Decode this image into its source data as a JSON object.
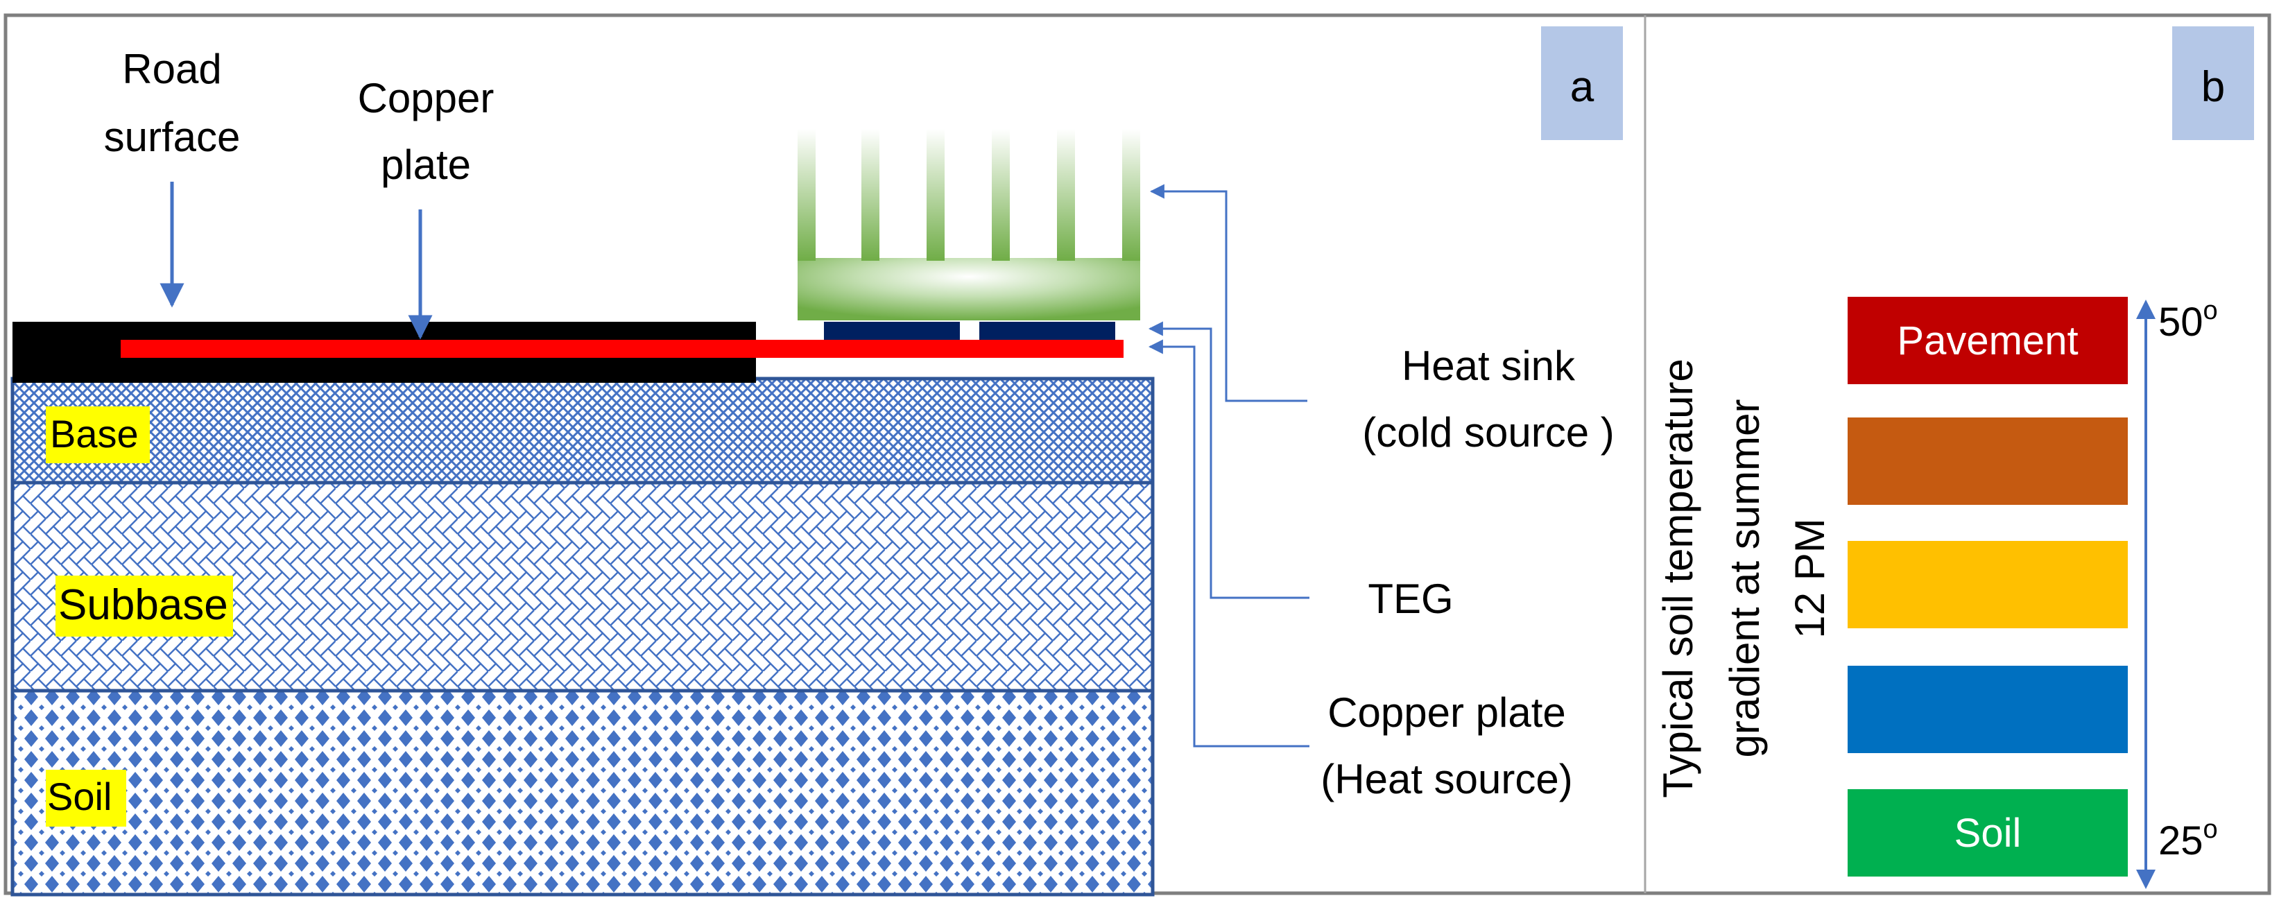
{
  "panel_a": {
    "panel_label": "a",
    "callouts": {
      "road_surface_line1": "Road",
      "road_surface_line2": "surface",
      "copper_plate_top_line1": "Copper",
      "copper_plate_top_line2": "plate",
      "heat_sink_line1": "Heat sink",
      "heat_sink_line2": "(cold source )",
      "teg": "TEG",
      "copper_plate_right_line1": "Copper plate",
      "copper_plate_right_line2": "(Heat source)"
    },
    "layers": {
      "base": "Base",
      "subbase": "Subbase",
      "soil": "Soil"
    }
  },
  "panel_b": {
    "panel_label": "b",
    "vertical_title_line1": "Typical soil temperature",
    "vertical_title_line2": "gradient at summer",
    "vertical_title_line3": "12 PM",
    "bars": [
      {
        "label": "Pavement",
        "color": "#c00000"
      },
      {
        "label": "",
        "color": "#c55a11"
      },
      {
        "label": "",
        "color": "#ffc000"
      },
      {
        "label": "",
        "color": "#0070c0"
      },
      {
        "label": "Soil",
        "color": "#00b050"
      }
    ],
    "top_temp": "50",
    "top_temp_sup": "o",
    "bottom_temp": "25",
    "bottom_temp_sup": "o"
  },
  "colors": {
    "panel_label_bg": "#b4c7e7",
    "arrow": "#4472c4",
    "road_surface": "#000000",
    "copper_plate": "#ff0000",
    "teg_block": "#002060",
    "layer_pattern": "#4472c4",
    "layer_label_bg": "#ffff00",
    "heat_sink": "#70ad47",
    "frame": "#7f7f7f"
  }
}
